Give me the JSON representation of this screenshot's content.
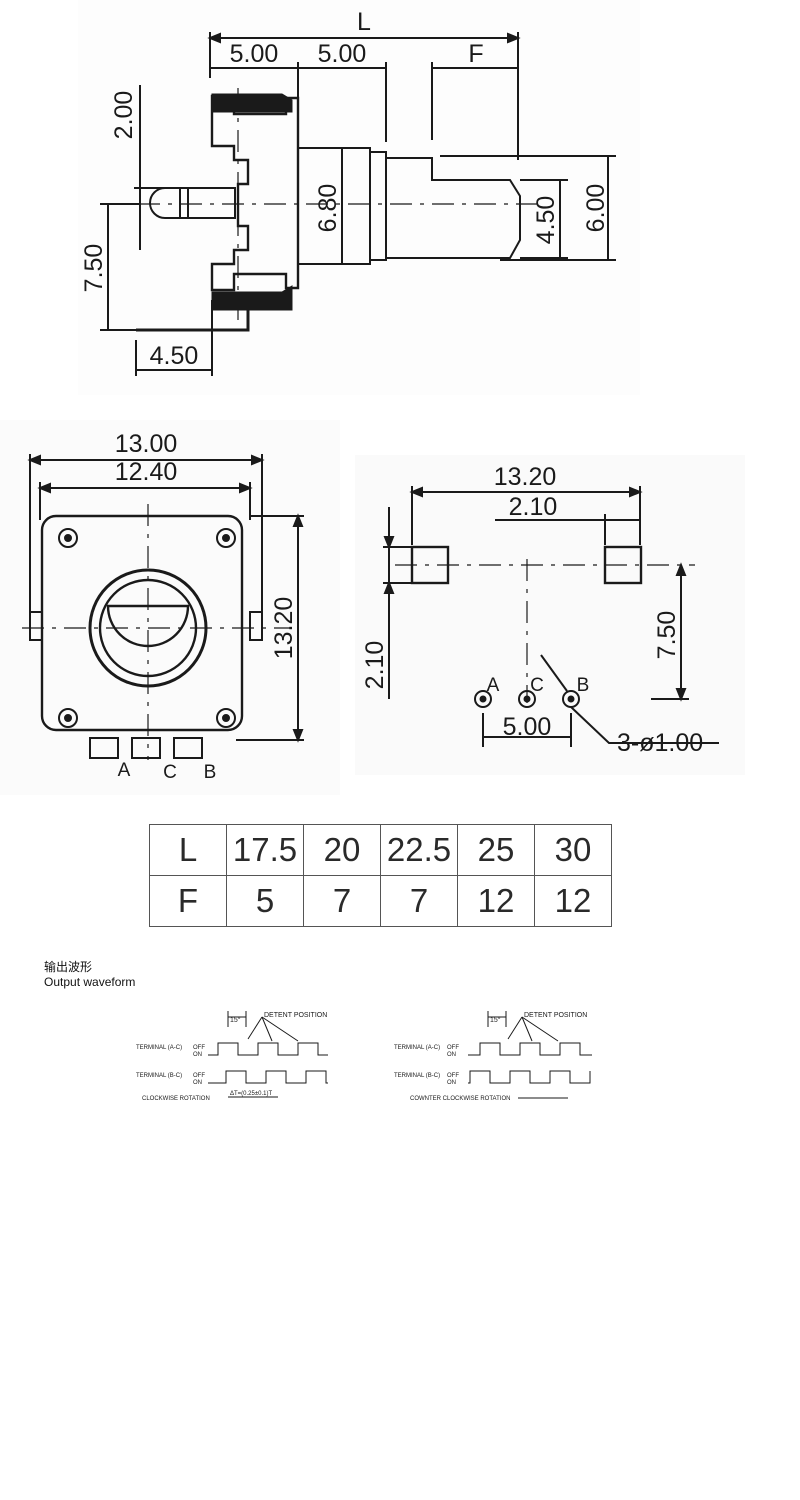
{
  "side_view": {
    "dims": {
      "L": "L",
      "d1": "5.00",
      "d2": "5.00",
      "F": "F",
      "d_2_00": "2.00",
      "d_6_80": "6.80",
      "d_4_50v": "4.50",
      "d_6_00": "6.00",
      "d_7_50": "7.50",
      "d_4_50h": "4.50"
    }
  },
  "front_view": {
    "dims": {
      "w_13_00": "13.00",
      "w_12_40": "12.40",
      "h_13_20": "13.20"
    },
    "terminals": [
      "A",
      "C",
      "B"
    ]
  },
  "pcb_layout": {
    "dims": {
      "w_13_20": "13.20",
      "w_2_10": "2.10",
      "h_2_10": "2.10",
      "h_7_50": "7.50",
      "pitch_5_00": "5.00",
      "holes": "3-ø1.00"
    },
    "pins": [
      "A",
      "C",
      "B"
    ]
  },
  "spec_table": {
    "rows": [
      {
        "label": "L",
        "values": [
          "17.5",
          "20",
          "22.5",
          "25",
          "30"
        ]
      },
      {
        "label": "F",
        "values": [
          "5",
          "7",
          "7",
          "12",
          "12"
        ]
      }
    ]
  },
  "waveform": {
    "title_cn": "输出波形",
    "title_en": "Output waveform",
    "left": {
      "angle": "15°",
      "detent": "DETENT POSITION",
      "terminal_ac": "TERMINAL (A-C)",
      "terminal_bc": "TERMINAL (B-C)",
      "off": "OFF",
      "on": "ON",
      "rotation": "CLOCKWISE ROTATION",
      "delta": "ΔT=(0.25±0.1)T"
    },
    "right": {
      "angle": "15°",
      "detent": "DETENT POSITION",
      "terminal_ac": "TERMINAL (A-C)",
      "terminal_bc": "TERMINAL (B-C)",
      "off": "OFF",
      "on": "ON",
      "rotation": "COWNTER CLOCKWISE ROTATION"
    }
  }
}
